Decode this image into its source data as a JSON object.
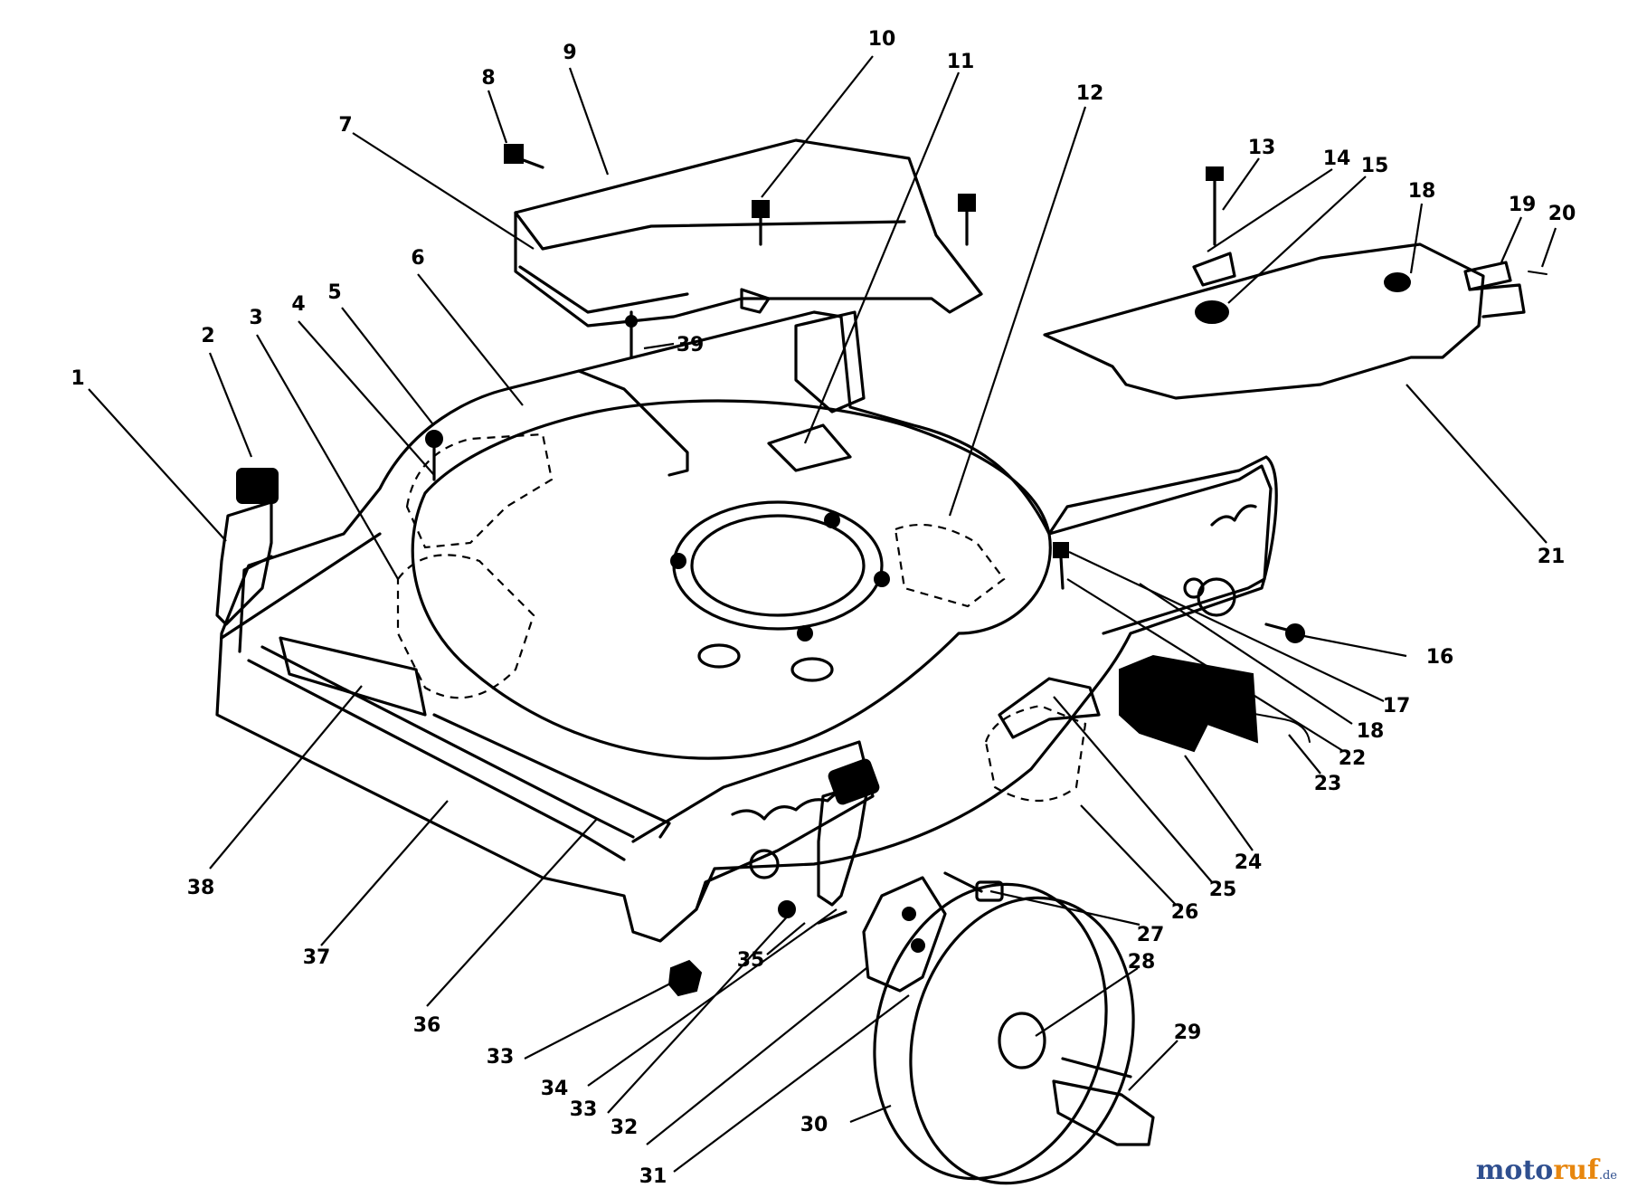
{
  "watermark": {
    "brand_a": "moto",
    "brand_b": "ruf",
    "suffix": ".de"
  },
  "callouts": [
    {
      "id": "1",
      "text": "1"
    },
    {
      "id": "2",
      "text": "2"
    },
    {
      "id": "3",
      "text": "3"
    },
    {
      "id": "4",
      "text": "4"
    },
    {
      "id": "5",
      "text": "5"
    },
    {
      "id": "6",
      "text": "6"
    },
    {
      "id": "7",
      "text": "7"
    },
    {
      "id": "8",
      "text": "8"
    },
    {
      "id": "9",
      "text": "9"
    },
    {
      "id": "10",
      "text": "10"
    },
    {
      "id": "11",
      "text": "11"
    },
    {
      "id": "12",
      "text": "12"
    },
    {
      "id": "13",
      "text": "13"
    },
    {
      "id": "14",
      "text": "14"
    },
    {
      "id": "15",
      "text": "15"
    },
    {
      "id": "16",
      "text": "16"
    },
    {
      "id": "17",
      "text": "17"
    },
    {
      "id": "18a",
      "text": "18"
    },
    {
      "id": "18b",
      "text": "18"
    },
    {
      "id": "19",
      "text": "19"
    },
    {
      "id": "20",
      "text": "20"
    },
    {
      "id": "21",
      "text": "21"
    },
    {
      "id": "22",
      "text": "22"
    },
    {
      "id": "23",
      "text": "23"
    },
    {
      "id": "24",
      "text": "24"
    },
    {
      "id": "25",
      "text": "25"
    },
    {
      "id": "26",
      "text": "26"
    },
    {
      "id": "27",
      "text": "27"
    },
    {
      "id": "28",
      "text": "28"
    },
    {
      "id": "29",
      "text": "29"
    },
    {
      "id": "30",
      "text": "30"
    },
    {
      "id": "31",
      "text": "31"
    },
    {
      "id": "32",
      "text": "32"
    },
    {
      "id": "33a",
      "text": "33"
    },
    {
      "id": "33b",
      "text": "33"
    },
    {
      "id": "34",
      "text": "34"
    },
    {
      "id": "35",
      "text": "35"
    },
    {
      "id": "36",
      "text": "36"
    },
    {
      "id": "37",
      "text": "37"
    },
    {
      "id": "38",
      "text": "38"
    },
    {
      "id": "39",
      "text": "39"
    }
  ]
}
